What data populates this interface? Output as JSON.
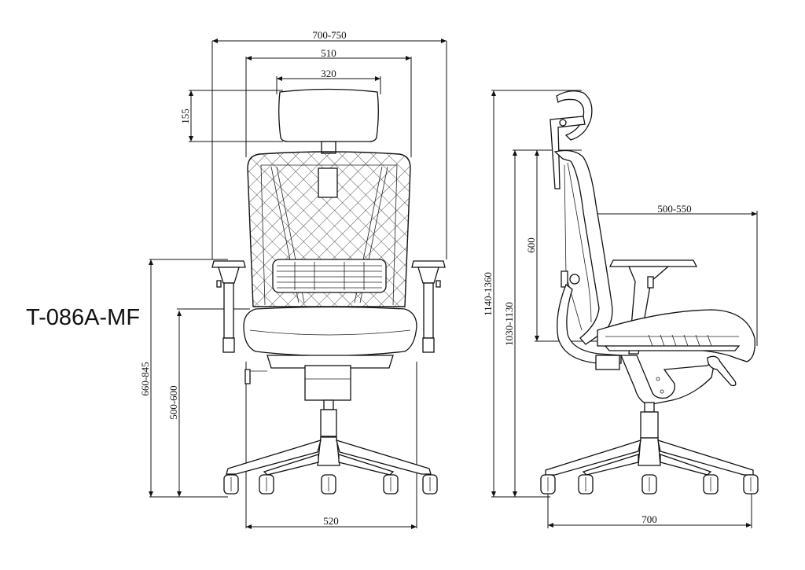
{
  "model_label": "T-086A-MF",
  "front_view": {
    "dimensions": {
      "overall_width": "700-750",
      "back_width": "510",
      "headrest_width": "320",
      "headrest_height": "155",
      "armrest_height": "660-845",
      "seat_height": "500-600",
      "base_width": "520"
    }
  },
  "side_view": {
    "dimensions": {
      "overall_height": "1140-1360",
      "backrest_top_height": "1030-1130",
      "backrest_height": "600",
      "seat_depth": "500-550",
      "base_depth": "700"
    }
  },
  "colors": {
    "line": "#111111",
    "background": "#ffffff"
  }
}
